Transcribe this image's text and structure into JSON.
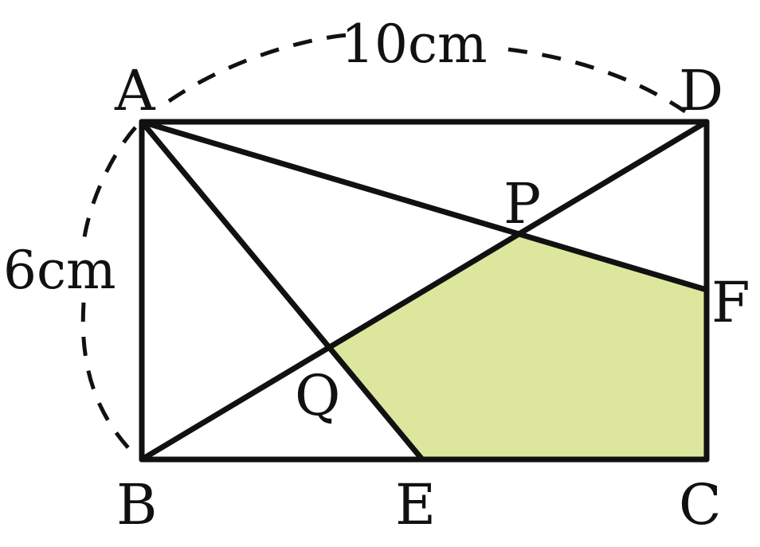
{
  "figure": {
    "points": {
      "A": "A",
      "B": "B",
      "C": "C",
      "D": "D",
      "E": "E",
      "F": "F",
      "P": "P",
      "Q": "Q"
    },
    "dimensions": {
      "top": "10cm",
      "left": "6cm"
    },
    "colors": {
      "line": "#111111",
      "shaded_region": "#dce79d",
      "background": "#ffffff"
    }
  }
}
